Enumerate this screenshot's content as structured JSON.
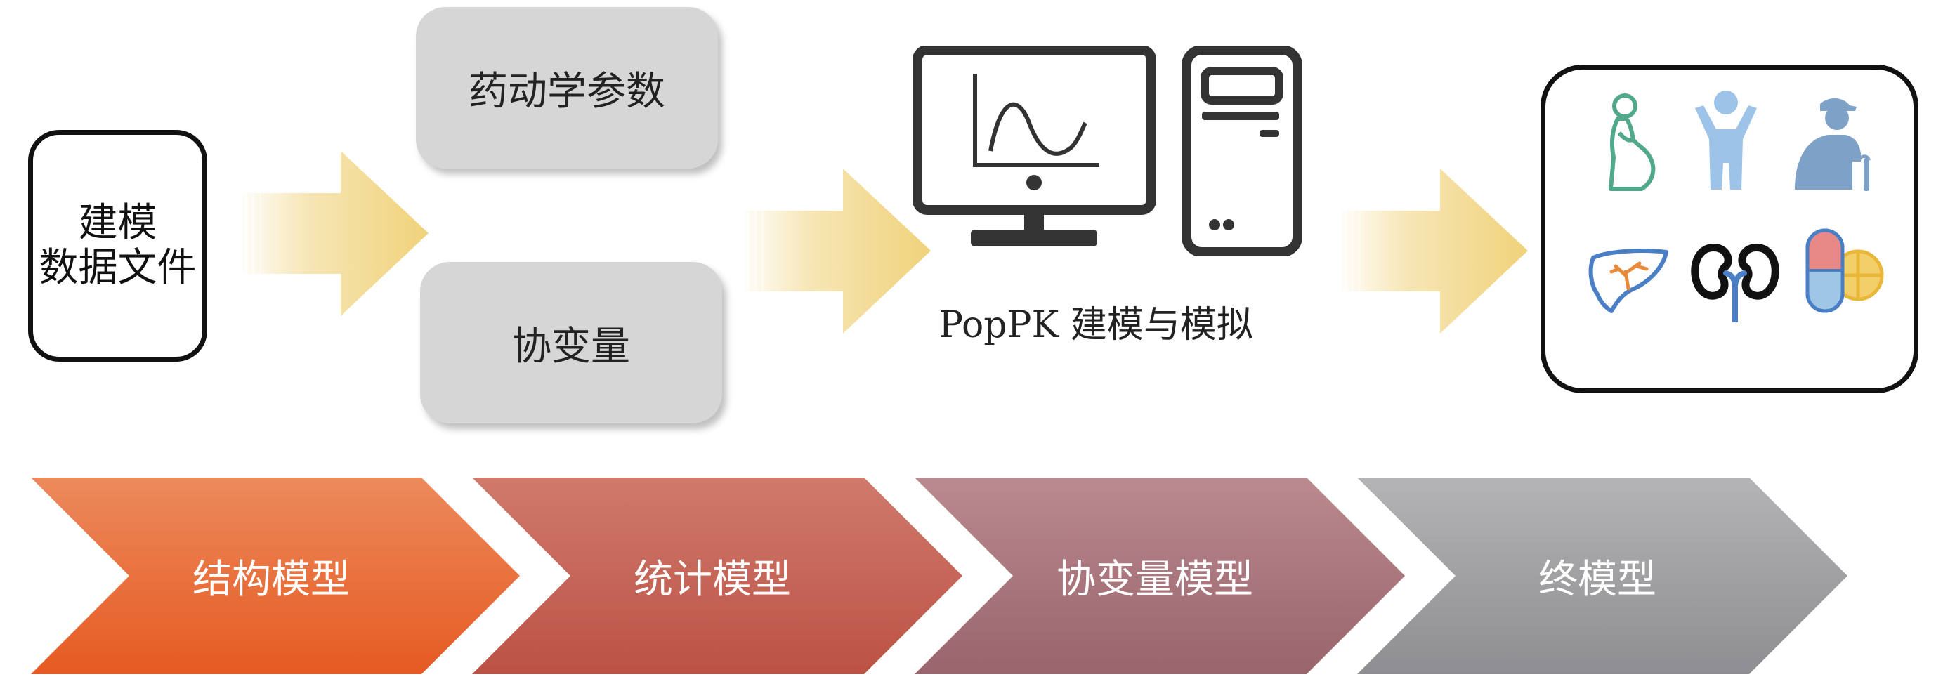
{
  "data_file": {
    "label": "建模\n数据文件"
  },
  "inputs": {
    "pk_params": "药动学参数",
    "covariates": "协变量"
  },
  "modeling": {
    "caption": "PopPK 建模与模拟"
  },
  "population_icons": [
    "pregnant-woman-icon",
    "child-icon",
    "elderly-person-icon",
    "liver-icon",
    "kidney-icon",
    "pill-icon"
  ],
  "stages": [
    {
      "label": "结构模型",
      "color_top": "#ec8a5c",
      "color_bottom": "#e65a22"
    },
    {
      "label": "统计模型",
      "color_top": "#d07a6c",
      "color_bottom": "#bb5245"
    },
    {
      "label": "协变量模型",
      "color_top": "#b98a8f",
      "color_bottom": "#9a646c"
    },
    {
      "label": "终模型",
      "color_top": "#b4b4b6",
      "color_bottom": "#8e8e92"
    }
  ],
  "colors": {
    "flow_arrow": "#f0d27a",
    "device": "#333333",
    "pregnant": "#52a88a",
    "child": "#9dc3e8",
    "elderly": "#7ea1c7",
    "liver_blue": "#4a7fc6",
    "liver_orange": "#e98a3a",
    "kidney": "#111111",
    "pill_red": "#e88887",
    "pill_yellow": "#e8b73a",
    "pill_blue": "#9ec7e6"
  }
}
